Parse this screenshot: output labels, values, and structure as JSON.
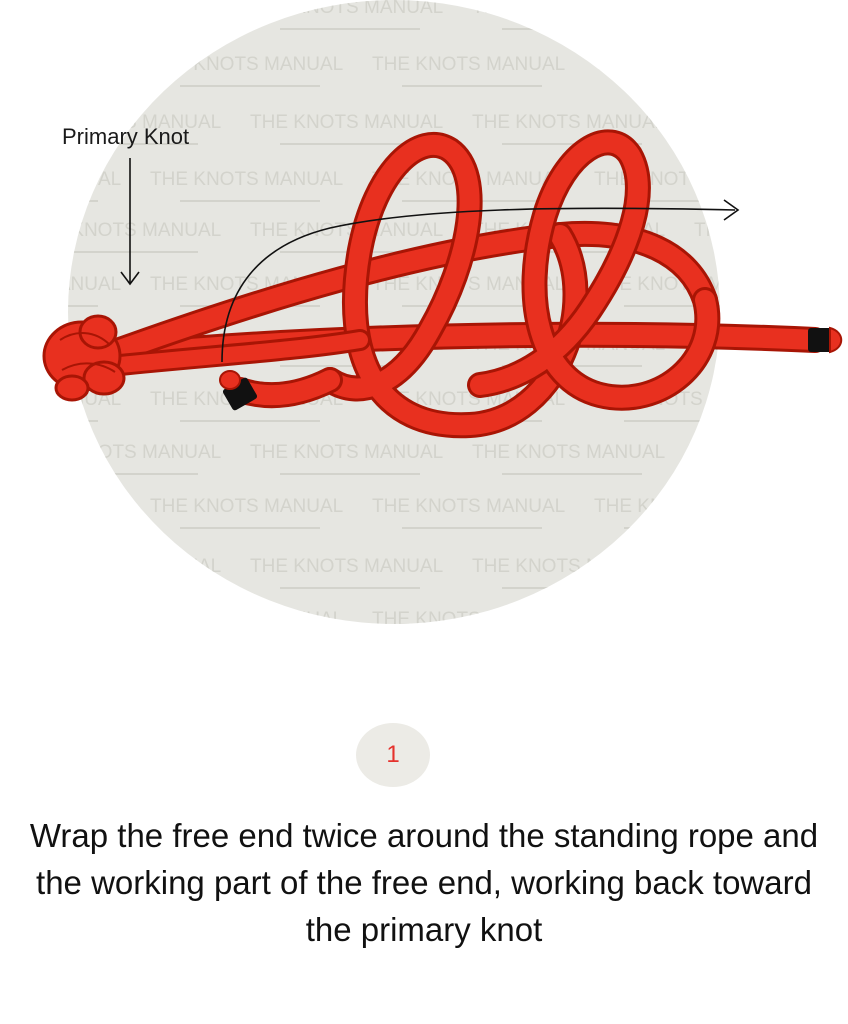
{
  "diagram": {
    "watermark_text": "THE KNOTS MANUAL",
    "primary_knot_label": "Primary Knot",
    "colors": {
      "background_circle": "#e6e6e1",
      "rope": "#e8301f",
      "rope_outline": "#a81505",
      "rope_tip": "#111111",
      "arrow": "#111111",
      "watermark": "#d3d3cc"
    }
  },
  "step": {
    "number": "1",
    "instruction": "Wrap the free end twice around the standing rope and the working part of the free end, working back toward the primary knot"
  }
}
